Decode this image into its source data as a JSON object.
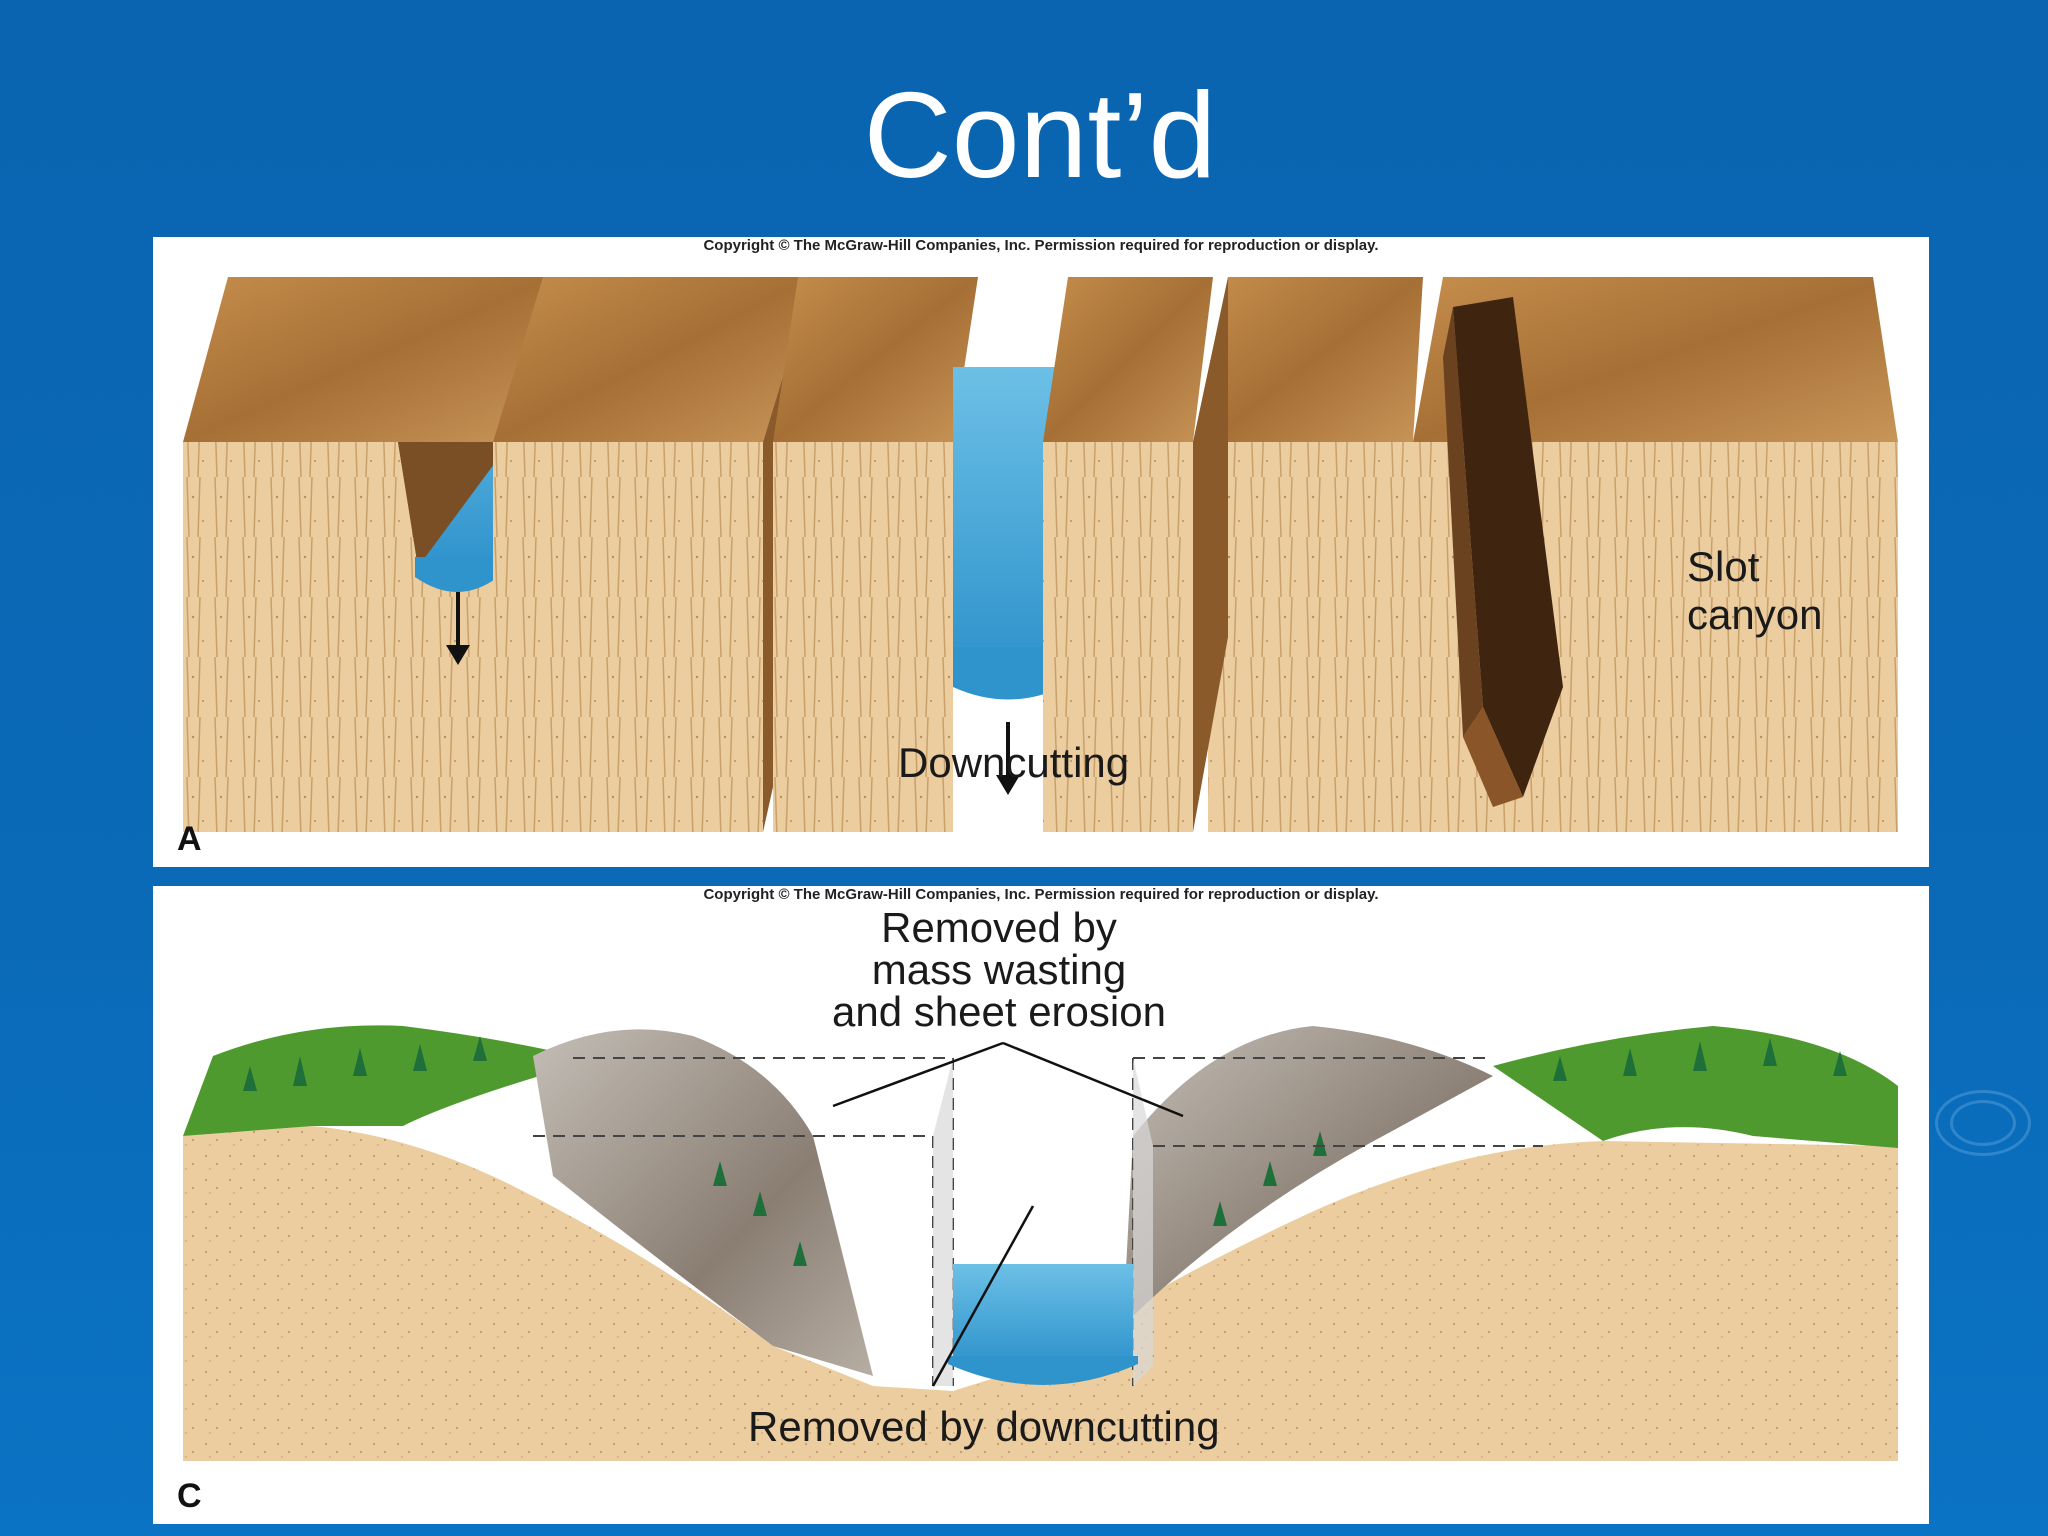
{
  "slide": {
    "title": "Cont’d"
  },
  "panel_a": {
    "copyright": "Copyright © The McGraw-Hill Companies, Inc. Permission required for reproduction or display.",
    "letter": "A",
    "labels": {
      "downcutting": "Downcutting",
      "slot_canyon_line1": "Slot",
      "slot_canyon_line2": "canyon"
    }
  },
  "panel_c": {
    "copyright": "Copyright © The McGraw-Hill Companies, Inc. Permission required for reproduction or display.",
    "letter": "C",
    "labels": {
      "mass_wasting_line1": "Removed by",
      "mass_wasting_line2": "mass wasting",
      "mass_wasting_line3": "and sheet erosion",
      "downcutting": "Removed by downcutting"
    }
  },
  "colors": {
    "background": "#0a67b4",
    "rock_face": "#e9c99a",
    "rock_top": "#b07a3c",
    "water": "#3fa2d6",
    "grass": "#4f9a2e"
  }
}
